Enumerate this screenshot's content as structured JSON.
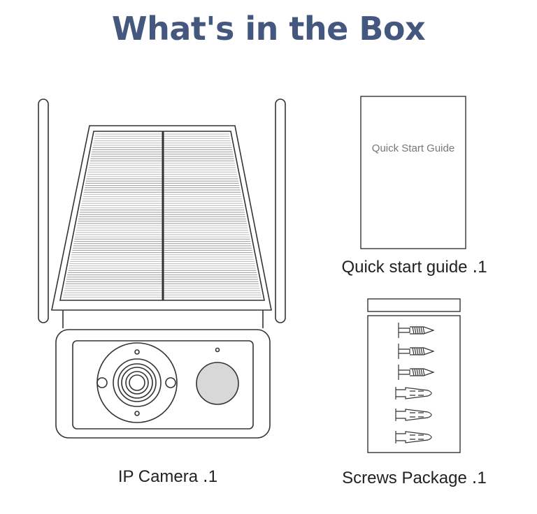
{
  "title": "What's in the Box",
  "colors": {
    "title": "#44577f",
    "line": "#333333",
    "lens_gray": "#d8d8d8"
  },
  "items": {
    "camera": {
      "caption": "IP Camera  ․1"
    },
    "guide": {
      "booklet_text": "Quick Start Guide",
      "caption": "Quick start guide  ․1"
    },
    "screws": {
      "caption": "Screws Package  ․1"
    }
  }
}
